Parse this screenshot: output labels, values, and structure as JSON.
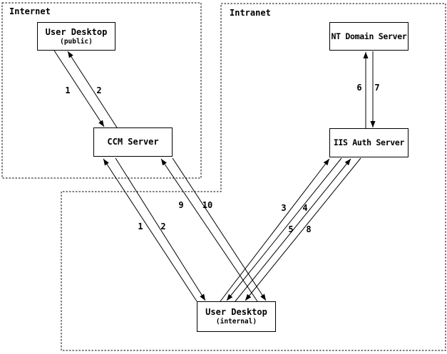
{
  "diagram": {
    "colors": {
      "line": "#000000",
      "background": "#ffffff"
    },
    "regions": [
      {
        "id": "internet",
        "label": "Internet"
      },
      {
        "id": "intranet",
        "label": "Intranet"
      }
    ],
    "nodes": [
      {
        "id": "user-desktop-public",
        "title": "User Desktop",
        "subtitle": "(public)",
        "region": "internet"
      },
      {
        "id": "ccm-server",
        "title": "CCM Server",
        "subtitle": "",
        "region": "internet"
      },
      {
        "id": "nt-domain-server",
        "title": "NT Domain Server",
        "subtitle": "",
        "region": "intranet"
      },
      {
        "id": "iis-auth-server",
        "title": "IIS Auth Server",
        "subtitle": "",
        "region": "intranet"
      },
      {
        "id": "user-desktop-internal",
        "title": "User Desktop",
        "subtitle": "(internal)",
        "region": "intranet"
      }
    ],
    "edges": [
      {
        "label": "1",
        "from": "user-desktop-public",
        "to": "ccm-server"
      },
      {
        "label": "2",
        "from": "ccm-server",
        "to": "user-desktop-public"
      },
      {
        "label": "1",
        "from": "user-desktop-internal",
        "to": "ccm-server"
      },
      {
        "label": "2",
        "from": "ccm-server",
        "to": "user-desktop-internal"
      },
      {
        "label": "9",
        "from": "user-desktop-internal",
        "to": "ccm-server"
      },
      {
        "label": "10",
        "from": "ccm-server",
        "to": "user-desktop-internal"
      },
      {
        "label": "3",
        "from": "user-desktop-internal",
        "to": "iis-auth-server"
      },
      {
        "label": "4",
        "from": "iis-auth-server",
        "to": "user-desktop-internal"
      },
      {
        "label": "5",
        "from": "user-desktop-internal",
        "to": "iis-auth-server"
      },
      {
        "label": "8",
        "from": "iis-auth-server",
        "to": "user-desktop-internal"
      },
      {
        "label": "6",
        "from": "iis-auth-server",
        "to": "nt-domain-server"
      },
      {
        "label": "7",
        "from": "nt-domain-server",
        "to": "iis-auth-server"
      }
    ]
  }
}
